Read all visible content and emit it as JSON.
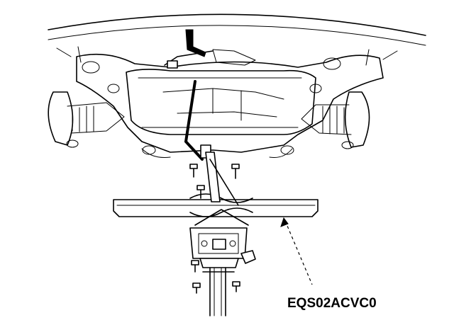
{
  "figure": {
    "callout_code": "EQS02ACVC0"
  },
  "components": [
    {
      "name": "vehicle-body-outline",
      "icon": "body-panel-icon"
    },
    {
      "name": "subframe",
      "icon": "subframe-icon"
    },
    {
      "name": "left-wheel-hub",
      "icon": "hub-icon"
    },
    {
      "name": "right-wheel-hub",
      "icon": "hub-icon"
    },
    {
      "name": "support-bracket",
      "icon": "bracket-icon"
    },
    {
      "name": "mounting-bolts",
      "icon": "bolt-icon"
    },
    {
      "name": "transmission-jack",
      "icon": "jack-icon"
    },
    {
      "name": "jack-cross-bar",
      "icon": "crossbar-icon"
    }
  ]
}
